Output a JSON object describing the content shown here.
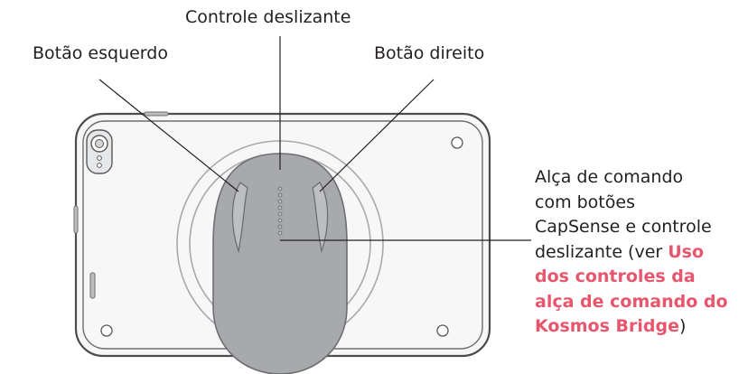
{
  "callouts": {
    "slider": "Controle deslizante",
    "left_button": "Botão esquerdo",
    "right_button": "Botão direito"
  },
  "description": {
    "line1": "Alça de comando",
    "line2": "com botões",
    "line3": "CapSense e controle",
    "line4_prefix": "deslizante (ver ",
    "link_part1": "Uso",
    "link_line2": "dos controles da",
    "link_line3": "alça de comando do",
    "link_line4": "Kosmos Bridge",
    "suffix": ")"
  },
  "colors": {
    "link": "#e8566d",
    "handle": "#a7a9ac",
    "tablet_outline": "#4d4d4f"
  }
}
